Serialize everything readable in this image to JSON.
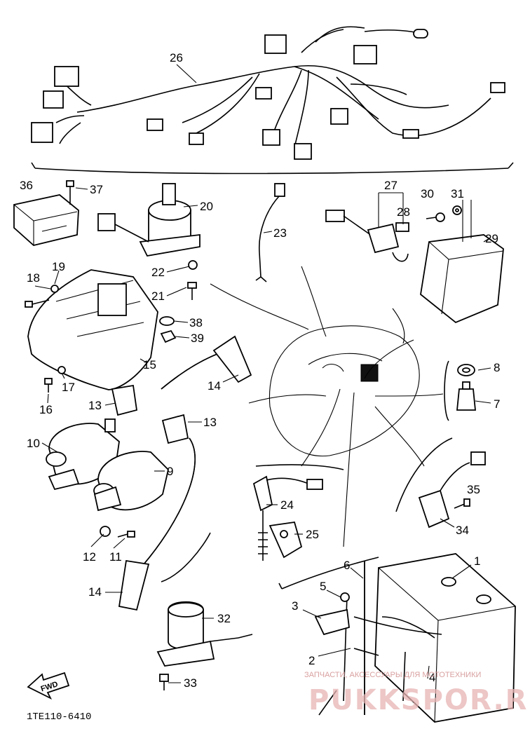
{
  "labels": [
    {
      "id": "26",
      "text": "26"
    },
    {
      "id": "36",
      "text": "36"
    },
    {
      "id": "37",
      "text": "37"
    },
    {
      "id": "20",
      "text": "20"
    },
    {
      "id": "23",
      "text": "23"
    },
    {
      "id": "27",
      "text": "27"
    },
    {
      "id": "28",
      "text": "28"
    },
    {
      "id": "30",
      "text": "30"
    },
    {
      "id": "31",
      "text": "31"
    },
    {
      "id": "29",
      "text": "29"
    },
    {
      "id": "18",
      "text": "18"
    },
    {
      "id": "19",
      "text": "19"
    },
    {
      "id": "22",
      "text": "22"
    },
    {
      "id": "21",
      "text": "21"
    },
    {
      "id": "38",
      "text": "38"
    },
    {
      "id": "39",
      "text": "39"
    },
    {
      "id": "15",
      "text": "15"
    },
    {
      "id": "17",
      "text": "17"
    },
    {
      "id": "16",
      "text": "16"
    },
    {
      "id": "14a",
      "text": "14"
    },
    {
      "id": "8",
      "text": "8"
    },
    {
      "id": "7",
      "text": "7"
    },
    {
      "id": "13a",
      "text": "13"
    },
    {
      "id": "13b",
      "text": "13"
    },
    {
      "id": "10",
      "text": "10"
    },
    {
      "id": "9",
      "text": "9"
    },
    {
      "id": "24",
      "text": "24"
    },
    {
      "id": "25",
      "text": "25"
    },
    {
      "id": "35",
      "text": "35"
    },
    {
      "id": "34",
      "text": "34"
    },
    {
      "id": "12",
      "text": "12"
    },
    {
      "id": "11",
      "text": "11"
    },
    {
      "id": "6",
      "text": "6"
    },
    {
      "id": "1",
      "text": "1"
    },
    {
      "id": "5",
      "text": "5"
    },
    {
      "id": "14b",
      "text": "14"
    },
    {
      "id": "32",
      "text": "32"
    },
    {
      "id": "3",
      "text": "3"
    },
    {
      "id": "2",
      "text": "2"
    },
    {
      "id": "4",
      "text": "4"
    },
    {
      "id": "33",
      "text": "33"
    }
  ],
  "fwd_label": "FWD",
  "diagram_code": "1TE110-6410",
  "watermark_text": "ЗАПЧАСТИ, АКСЕССУАРЫ ДЛЯ МОТОТЕХНИКИ",
  "watermark_logo": "PUKKSPOR.RU"
}
